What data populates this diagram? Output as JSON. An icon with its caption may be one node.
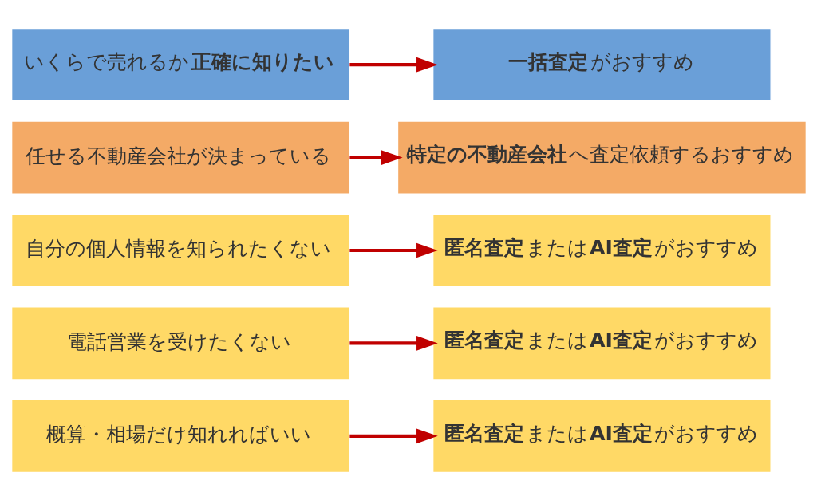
{
  "diagram": {
    "nodes": [
      {
        "text": [
          "概算・相場だけ知れればいい"
        ]
      },
      {
        "text": [
          "**匿名査定**または**AI査定**がおすすめ"
        ]
      },
      {
        "text": [
          "電話営業を受けたくない"
        ]
      },
      {
        "text": [
          "**匿名査定**または**AI査定**がおすすめ"
        ]
      },
      {
        "text": [
          "自分の個人情報を知られたくない"
        ]
      },
      {
        "text": [
          "**匿名査定**または**AI査定**がおすすめ"
        ]
      },
      {
        "text": [
          "任せる不動産会社が決まっている"
        ]
      },
      {
        "text": [
          "**特定の不動産会社**へ査定依頼するおすすめ"
        ]
      },
      {
        "text": [
          "いくらで売れるか**正確に知りたい**"
        ]
      },
      {
        "text": [
          "**一括査定**がおすすめ"
        ]
      }
    ],
    "edges": [
      {
        "from": 0,
        "to": 1,
        "arrow": "to"
      },
      {
        "from": 2,
        "to": 3,
        "arrow": "to"
      },
      {
        "from": 4,
        "to": 5,
        "arrow": "to"
      },
      {
        "from": 6,
        "to": 7,
        "arrow": "to"
      },
      {
        "from": 8,
        "to": 9,
        "arrow": "to"
      }
    ]
  }
}
